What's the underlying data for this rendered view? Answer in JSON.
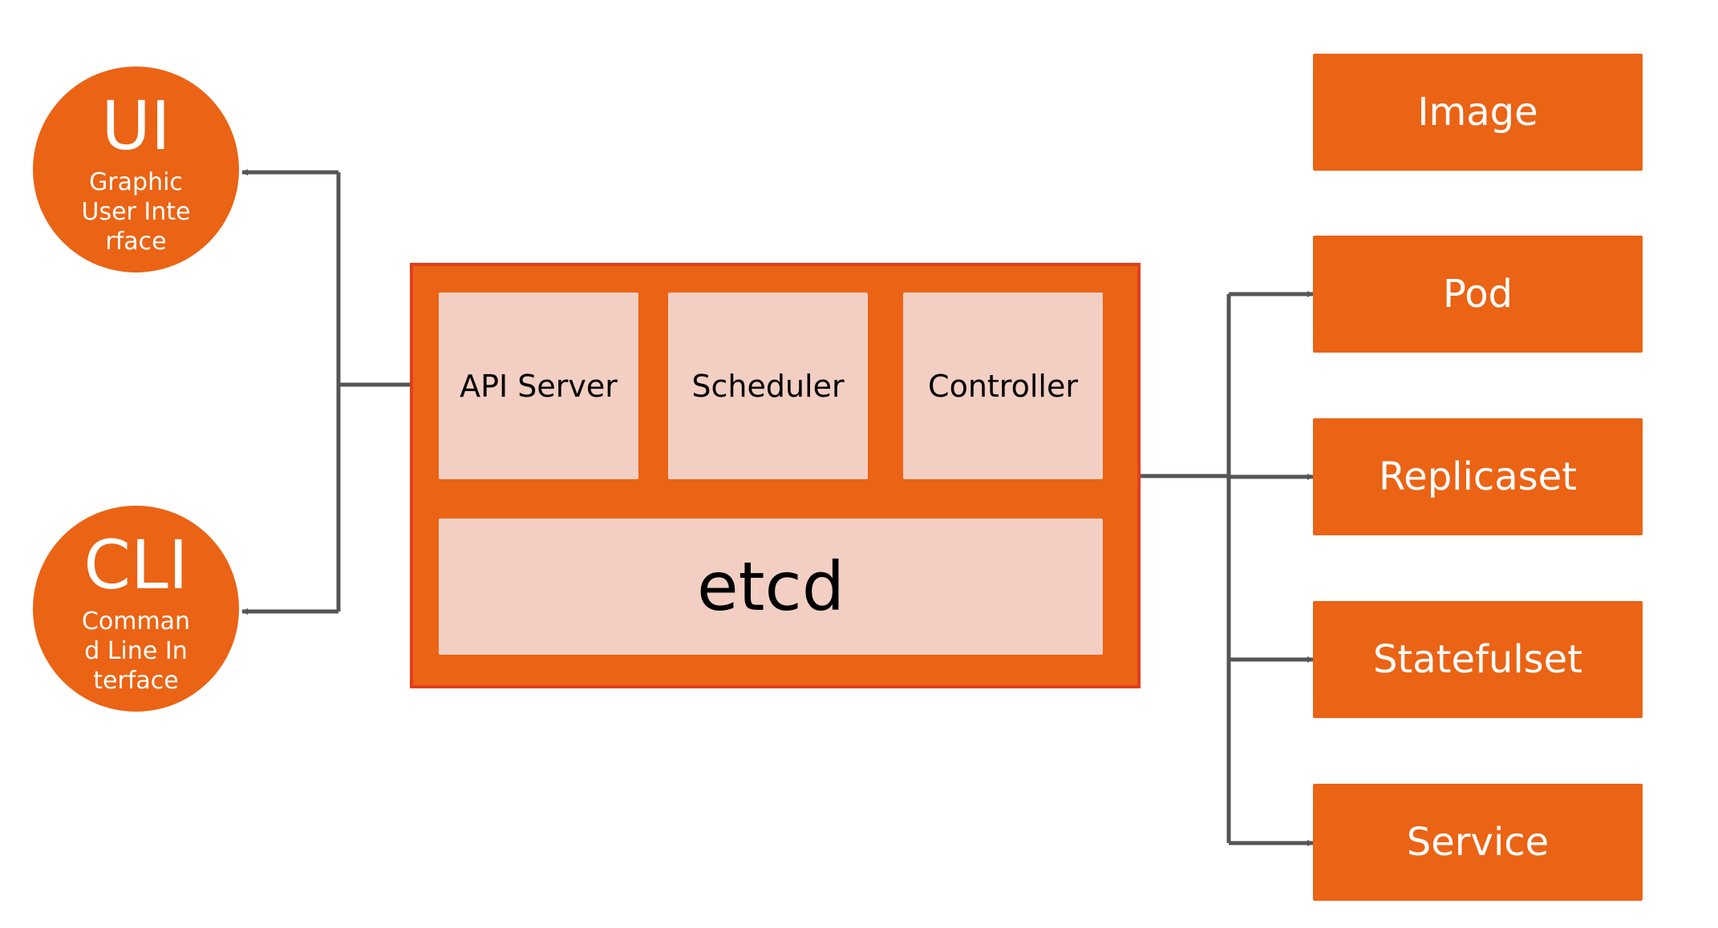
{
  "clients": [
    {
      "abbr": "UI",
      "full": "Graphic User Interface"
    },
    {
      "abbr": "CLI",
      "full": "Command Line Interface"
    }
  ],
  "master": {
    "components": [
      "API Server",
      "Scheduler",
      "Controller"
    ],
    "store": "etcd"
  },
  "resources": [
    "Image",
    "Pod",
    "Replicaset",
    "Statefulset",
    "Service"
  ],
  "colors": {
    "accent": "#eb6314",
    "master_border": "#e23f1c",
    "component_fill": "#f3cfc3",
    "connector": "#555555"
  }
}
